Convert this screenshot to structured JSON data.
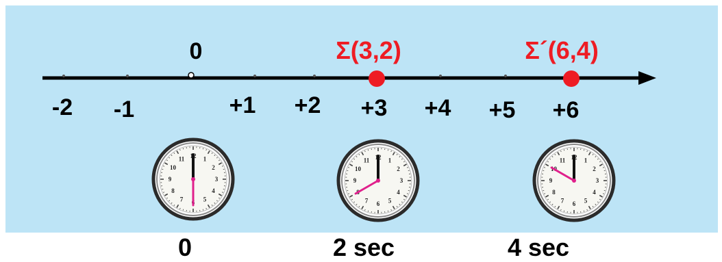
{
  "colors": {
    "background": "#bde4f6",
    "axis": "#000000",
    "point": "#ee1c24",
    "hand_second": "#e0208c",
    "hand": "#111111"
  },
  "number_line": {
    "origin_label": "0",
    "tick_labels": [
      "-2",
      "-1",
      "+1",
      "+2",
      "+3",
      "+4",
      "+5",
      "+6"
    ]
  },
  "points": [
    {
      "label": "Σ(3,2)",
      "position": 3,
      "time_seconds": 2
    },
    {
      "label": "Σ´(6,4)",
      "position": 6,
      "time_seconds": 4
    }
  ],
  "clocks": [
    {
      "time_label": "0",
      "hour_angle_deg": 0,
      "second_angle_deg": 180
    },
    {
      "time_label": "2 sec",
      "hour_angle_deg": 0,
      "second_angle_deg": 240
    },
    {
      "time_label": "4 sec",
      "hour_angle_deg": 0,
      "second_angle_deg": 300
    }
  ]
}
